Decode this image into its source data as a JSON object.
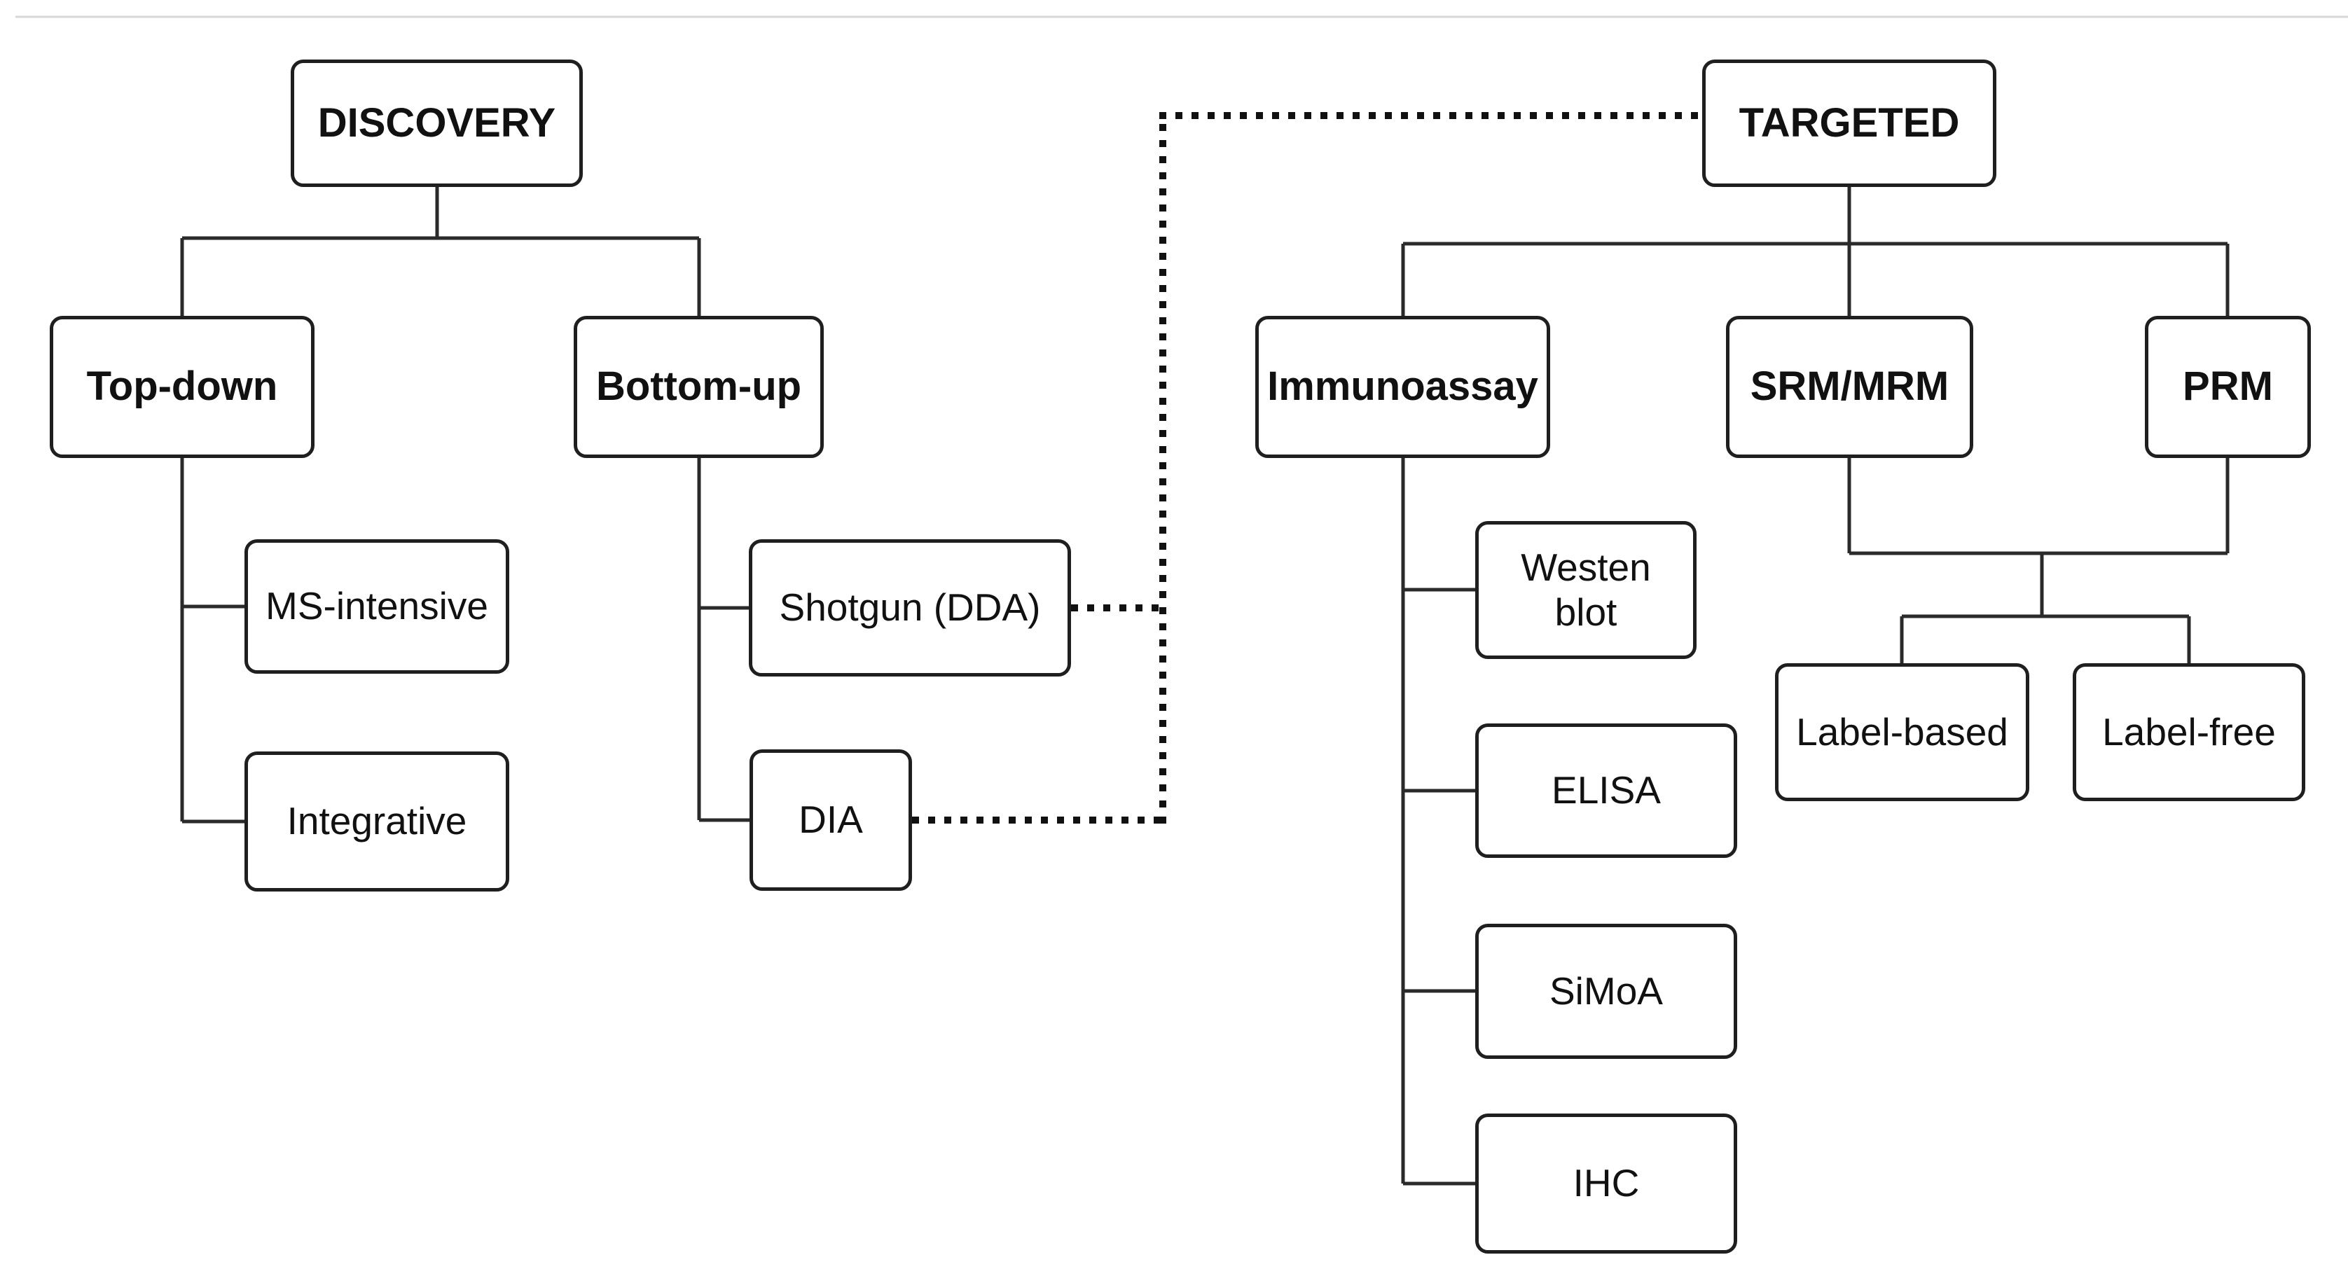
{
  "nodes": {
    "discovery": {
      "label": "DISCOVERY"
    },
    "targeted": {
      "label": "TARGETED"
    },
    "top_down": {
      "label": "Top-down"
    },
    "bottom_up": {
      "label": "Bottom-up"
    },
    "ms_intensive": {
      "label": "MS-intensive"
    },
    "integrative": {
      "label": "Integrative"
    },
    "shotgun": {
      "label": "Shotgun (DDA)"
    },
    "dia": {
      "label": "DIA"
    },
    "immunoassay": {
      "label": "Immunoassay"
    },
    "srm_mrm": {
      "label": "SRM/MRM"
    },
    "prm": {
      "label": "PRM"
    },
    "westen_blot": {
      "label": "Westen\nblot"
    },
    "elisa": {
      "label": "ELISA"
    },
    "simoa": {
      "label": "SiMoA"
    },
    "ihc": {
      "label": "IHC"
    },
    "label_based": {
      "label": "Label-based"
    },
    "label_free": {
      "label": "Label-free"
    }
  },
  "edges": {
    "solid": [
      {
        "from": "DISCOVERY",
        "to": "Top-down"
      },
      {
        "from": "DISCOVERY",
        "to": "Bottom-up"
      },
      {
        "from": "Top-down",
        "to": "MS-intensive"
      },
      {
        "from": "Top-down",
        "to": "Integrative"
      },
      {
        "from": "Bottom-up",
        "to": "Shotgun (DDA)"
      },
      {
        "from": "Bottom-up",
        "to": "DIA"
      },
      {
        "from": "TARGETED",
        "to": "Immunoassay"
      },
      {
        "from": "TARGETED",
        "to": "SRM/MRM"
      },
      {
        "from": "TARGETED",
        "to": "PRM"
      },
      {
        "from": "Immunoassay",
        "to": "Westen blot"
      },
      {
        "from": "Immunoassay",
        "to": "ELISA"
      },
      {
        "from": "Immunoassay",
        "to": "SiMoA"
      },
      {
        "from": "Immunoassay",
        "to": "IHC"
      },
      {
        "from": "SRM/MRM",
        "to": "Label-based"
      },
      {
        "from": "SRM/MRM",
        "to": "Label-free"
      },
      {
        "from": "PRM",
        "to": "Label-based"
      },
      {
        "from": "PRM",
        "to": "Label-free"
      }
    ],
    "dotted": [
      {
        "from": "Shotgun (DDA)",
        "to": "TARGETED"
      },
      {
        "from": "DIA",
        "to": "TARGETED"
      }
    ]
  },
  "colors": {
    "background": "#ffffff",
    "box_border": "#1f1f1f",
    "text": "#111111",
    "line": "#2a2a2a",
    "dotted": "#111111",
    "frame_line": "#d8d8d8"
  }
}
